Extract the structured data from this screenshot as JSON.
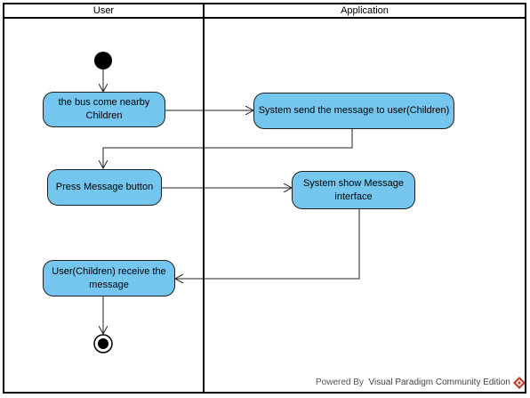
{
  "lanes": [
    {
      "id": "user",
      "label": "User"
    },
    {
      "id": "application",
      "label": "Application"
    }
  ],
  "nodes": {
    "bus_nearby": {
      "lines": [
        "the bus come nearby",
        "Children"
      ]
    },
    "send_message": {
      "lines": [
        "System send the message to user(Children)"
      ]
    },
    "press_button": {
      "lines": [
        "Press Message button"
      ]
    },
    "show_interface": {
      "lines": [
        "System show Message",
        "interface"
      ]
    },
    "receive_message": {
      "lines": [
        "User(Children) receive the",
        "message"
      ]
    }
  },
  "footer": {
    "powered_by": "Powered By",
    "product": "Visual Paradigm Community Edition"
  },
  "colors": {
    "action_fill": "#74c6ef",
    "line": "#202020"
  }
}
